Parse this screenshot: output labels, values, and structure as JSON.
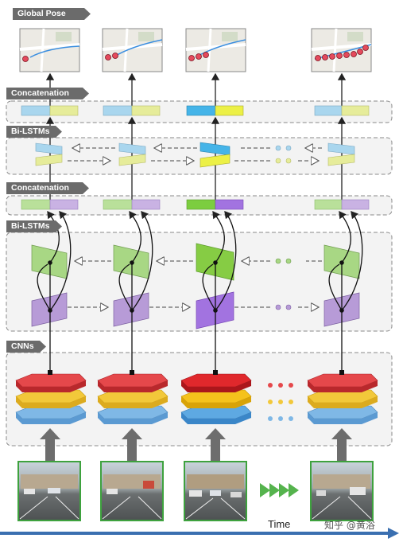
{
  "labels": {
    "global_pose": "Global Pose",
    "concatenation_top": "Concatenation",
    "bilstm_top": "Bi-LSTMs",
    "concatenation_mid": "Concatenation",
    "bilstm_mid": "Bi-LSTMs",
    "cnns": "CNNs",
    "time": "Time",
    "watermark": "知乎 @黄浴"
  },
  "colors": {
    "blue": "#a9d6ee",
    "yellow": "#e6ec9a",
    "green": "#a8d784",
    "purple": "#b79bd7",
    "red": "#d93a3c",
    "cnn_yellow": "#f2c83a",
    "cnn_blue": "#7fb8e6",
    "arrow_green": "#55b34d",
    "box_border": "#9a9a9a",
    "tag_bg": "#6b6b6b"
  },
  "icons": [
    "map-thumbnail",
    "camera-frame-thumbnail",
    "fast-forward-arrows-icon"
  ]
}
